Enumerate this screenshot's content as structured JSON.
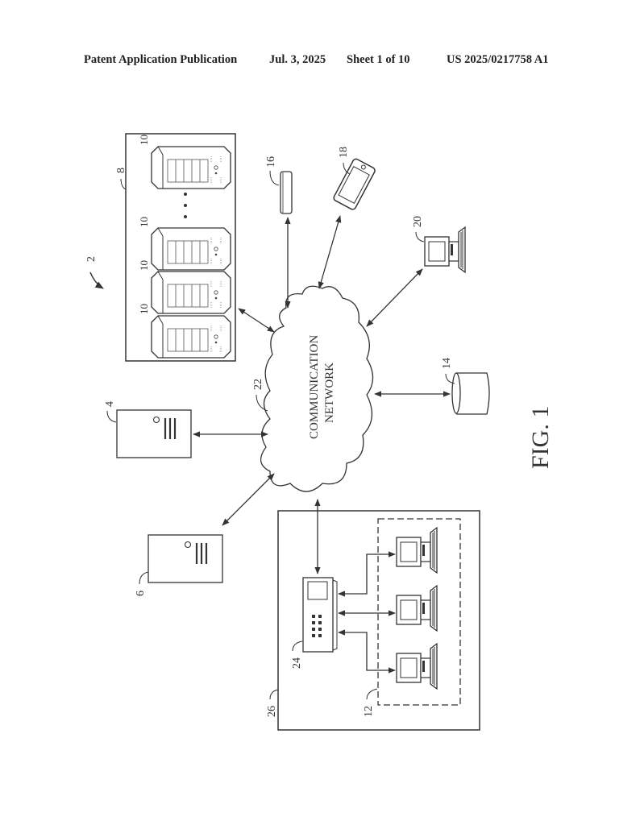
{
  "header": {
    "publication": "Patent Application Publication",
    "date": "Jul. 3, 2025",
    "sheet": "Sheet 1 of 10",
    "number": "US 2025/0217758 A1"
  },
  "figure": {
    "title": "FIG. 1",
    "network_label_line1": "COMMUNICATION",
    "network_label_line2": "NETWORK",
    "refs": {
      "system": "2",
      "server_a": "4",
      "server_b": "6",
      "server_cluster": "8",
      "cluster_server": "10",
      "client_group": "12",
      "database": "14",
      "storage_device": "16",
      "mobile_device": "18",
      "computer": "20",
      "network": "22",
      "router": "24",
      "local_network": "26"
    },
    "cluster_ellipsis": "• • •"
  }
}
